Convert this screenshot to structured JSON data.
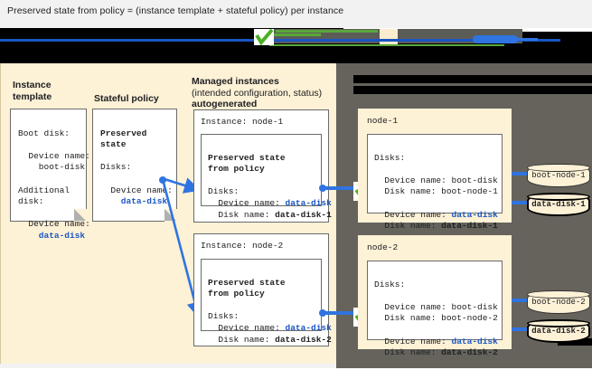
{
  "caption": "Preserved state from policy = (instance template + stateful policy) per instance",
  "headings": {
    "instance_template": "Instance\ntemplate",
    "stateful_policy": "Stateful policy",
    "managed_instances_line1": "Managed instances",
    "managed_instances_line2": "(intended configuration, status)",
    "managed_instances_line3": "autogenerated"
  },
  "instance_template_card": {
    "boot_disk_label": "Boot disk:",
    "boot_device_name_label": "  Device name:",
    "boot_device_name_value": "    boot-disk",
    "additional_disk_label": "Additional\ndisk:",
    "add_device_name_label": "  Device name:",
    "add_device_name_value": "    data-disk"
  },
  "stateful_policy_card": {
    "title": "Preserved\nstate",
    "disks_label": "Disks:",
    "device_name_label": "  Device name:",
    "device_name_value": "    data-disk"
  },
  "managed_instances": [
    {
      "instance_line": "Instance: node-1",
      "preserved_title": "Preserved state\nfrom policy",
      "disks_label": "Disks:",
      "device_name_label": "  Device name: ",
      "device_name_value": "data-disk",
      "disk_name_label": "  Disk name: ",
      "disk_name_value": "data-disk-1"
    },
    {
      "instance_line": "Instance: node-2",
      "preserved_title": "Preserved state\nfrom policy",
      "disks_label": "Disks:",
      "device_name_label": "  Device name: ",
      "device_name_value": "data-disk",
      "disk_name_label": "  Disk name: ",
      "disk_name_value": "data-disk-2"
    }
  ],
  "nodes": [
    {
      "title": "node-1",
      "disks_label": "Disks:",
      "boot_device_name": "  Device name: boot-disk",
      "boot_disk_name": "  Disk name: boot-node-1",
      "data_device_name_label": "  Device name: ",
      "data_device_name_value": "data-disk",
      "data_disk_name_label": "  Disk name: ",
      "data_disk_name_value": "data-disk-1",
      "disks": [
        {
          "label": "boot-node-1",
          "emphasis": false
        },
        {
          "label": "data-disk-1",
          "emphasis": true
        }
      ]
    },
    {
      "title": "node-2",
      "disks_label": "Disks:",
      "boot_device_name": "  Device name: boot-disk",
      "boot_disk_name": "  Disk name: boot-node-2",
      "data_device_name_label": "  Device name: ",
      "data_device_name_value": "data-disk",
      "data_disk_name_label": "  Disk name: ",
      "data_disk_name_value": "data-disk-2",
      "disks": [
        {
          "label": "boot-node-2",
          "emphasis": false
        },
        {
          "label": "data-disk-2",
          "emphasis": true
        }
      ]
    }
  ],
  "colors": {
    "panel_left": "#fdf1d6",
    "panel_right": "#65635c",
    "accent_blue": "#1a56c4",
    "connector_blue": "#2f74e0",
    "check_green": "#4caf27",
    "card_white": "#ffffff",
    "text": "#202124"
  }
}
